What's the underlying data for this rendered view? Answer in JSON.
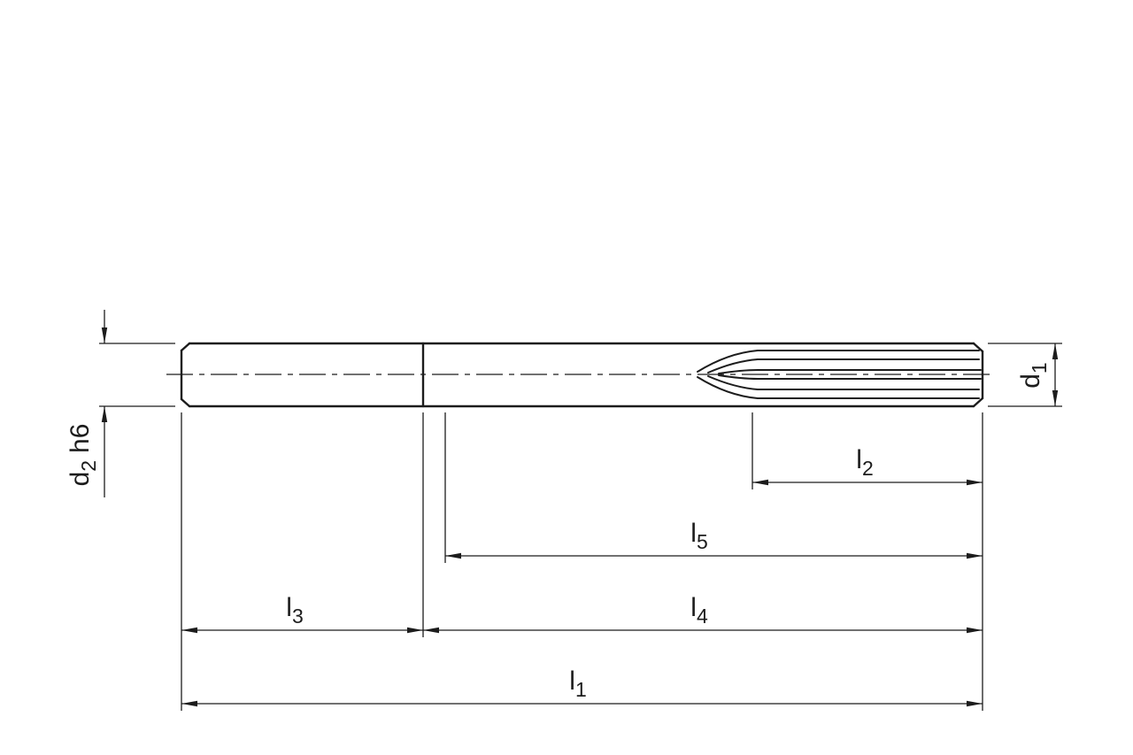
{
  "drawing": {
    "kind": "technical-dimension-drawing",
    "colors": {
      "line": "#1c1c1c",
      "background": "#ffffff"
    }
  },
  "labels": {
    "d2": {
      "base": "d",
      "sub": "2",
      "suffix": "h6"
    },
    "d1": {
      "base": "d",
      "sub": "1"
    },
    "l1": {
      "base": "l",
      "sub": "1"
    },
    "l2": {
      "base": "l",
      "sub": "2"
    },
    "l3": {
      "base": "l",
      "sub": "3"
    },
    "l4": {
      "base": "l",
      "sub": "4"
    },
    "l5": {
      "base": "l",
      "sub": "5"
    }
  }
}
